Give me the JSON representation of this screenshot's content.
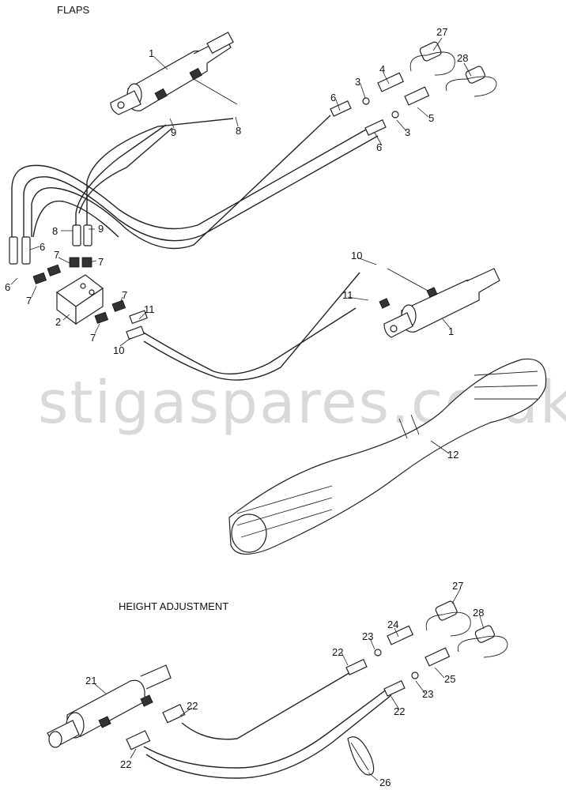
{
  "titles": {
    "flaps": "FLAPS",
    "height": "HEIGHT ADJUSTMENT"
  },
  "watermark": "stigaspares.co.uk",
  "callouts": [
    "1",
    "27",
    "28",
    "4",
    "3",
    "6",
    "5",
    "3",
    "6",
    "9",
    "8",
    "8",
    "9",
    "6",
    "7",
    "7",
    "6",
    "7",
    "2",
    "7",
    "7",
    "11",
    "10",
    "10",
    "11",
    "1",
    "12",
    "27",
    "28",
    "24",
    "23",
    "22",
    "25",
    "23",
    "22",
    "21",
    "22",
    "22",
    "26"
  ]
}
